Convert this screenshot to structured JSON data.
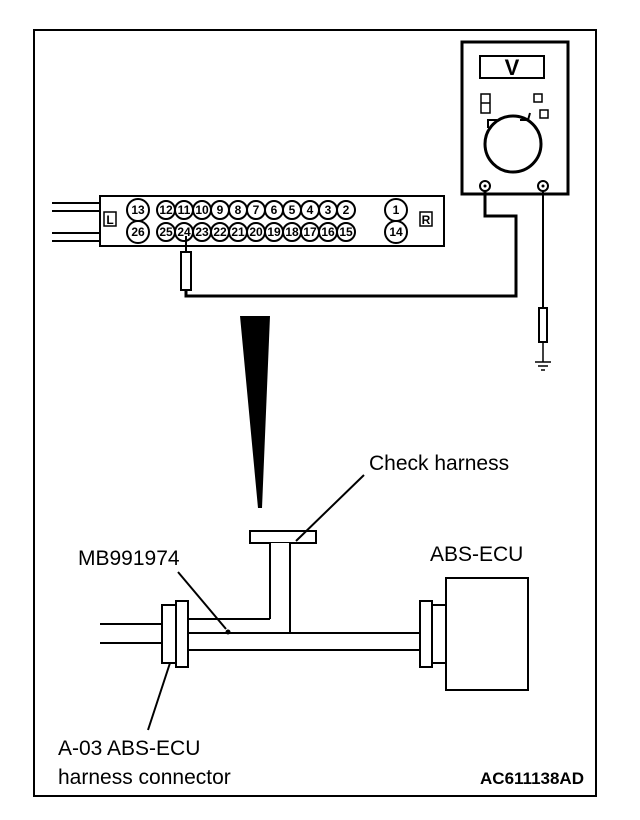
{
  "labels": {
    "check_harness": "Check harness",
    "tool_number": "MB991974",
    "ecu": "ABS-ECU",
    "connector_line1": "A-03 ABS-ECU",
    "connector_line2": "harness connector",
    "figure_code": "AC611138AD"
  },
  "voltmeter": {
    "symbol": "V"
  },
  "connector": {
    "left_side": "L",
    "right_side": "R",
    "top_row": [
      "13",
      "12",
      "11",
      "10",
      "9",
      "8",
      "7",
      "6",
      "5",
      "4",
      "3",
      "2",
      "1"
    ],
    "bottom_row": [
      "26",
      "25",
      "24",
      "23",
      "22",
      "21",
      "20",
      "19",
      "18",
      "17",
      "16",
      "15",
      "14"
    ],
    "probed_pin": "24"
  }
}
